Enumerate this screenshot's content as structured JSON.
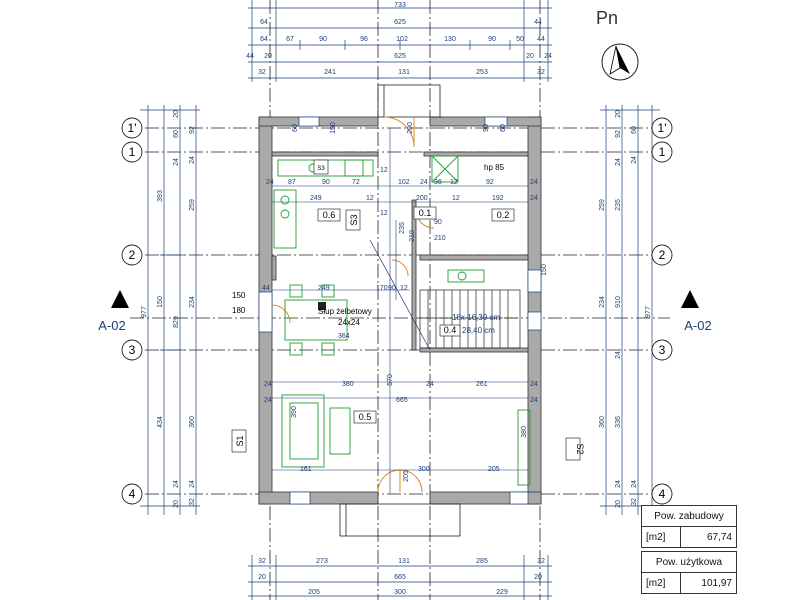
{
  "north_label": "Pn",
  "section_markers": [
    "A-02",
    "A-02"
  ],
  "axes": [
    "1'",
    "1",
    "2",
    "3",
    "4"
  ],
  "top_dims": {
    "row1": [
      "733"
    ],
    "row2": [
      "64",
      "625",
      "44"
    ],
    "row3": [
      "64",
      "67",
      "90",
      "96",
      "102",
      "130",
      "90",
      "50",
      "44"
    ],
    "row4": [
      "44",
      "20",
      "625",
      "20",
      "24"
    ],
    "row5": [
      "32",
      "241",
      "131",
      "253",
      "32"
    ]
  },
  "bottom_dims": {
    "row1": [
      "32",
      "273",
      "131",
      "285",
      "32"
    ],
    "row2": [
      "20",
      "665",
      "20"
    ],
    "row3": [
      "205",
      "300",
      "229"
    ]
  },
  "left_dims": {
    "outer": [
      "977"
    ],
    "mid": [
      "393",
      "150",
      "434"
    ],
    "inner": [
      "20",
      "60",
      "24",
      "259",
      "829",
      "234",
      "360",
      "24",
      "20"
    ],
    "small": [
      "92",
      "24",
      "24",
      "32"
    ]
  },
  "right_dims": {
    "outer": [
      "977"
    ],
    "mid": [
      "259",
      "234",
      "360"
    ],
    "inner": [
      "20",
      "92",
      "24",
      "235",
      "910",
      "24",
      "336",
      "24",
      "20"
    ],
    "small": [
      "60",
      "24",
      "24",
      "32"
    ]
  },
  "interior_labels": {
    "top_row": [
      "60",
      "150",
      "200",
      "90",
      "60"
    ],
    "upper": [
      "24",
      "87",
      "90",
      "72",
      "12",
      "102",
      "24",
      "36",
      "12",
      "92",
      "24"
    ],
    "mid": [
      "249",
      "12",
      "200",
      "12",
      "192",
      "24"
    ],
    "mid2": [
      "12",
      "210",
      "90",
      "210"
    ],
    "mid3": [
      "44",
      "249",
      "170",
      "90",
      "12"
    ],
    "lower": [
      "364",
      "24",
      "380",
      "570",
      "24",
      "261",
      "24"
    ],
    "bottom": [
      "24",
      "665",
      "24",
      "161",
      "300",
      "205"
    ],
    "vertical": [
      "390",
      "205",
      "380",
      "235",
      "150"
    ]
  },
  "tags": [
    "0.6",
    "0.1",
    "0.2",
    "0.5",
    "0.4",
    "S1",
    "S2",
    "S3",
    "S3"
  ],
  "notes": {
    "hp": "hp 85",
    "column": "Słup żelbetowy",
    "column_size": "24x24",
    "stairs1": "18x 16,39 cm",
    "stairs2": "28,40 cm",
    "win1": "150",
    "win2": "180"
  },
  "info": {
    "built_label": "Pow. zabudowy",
    "built_unit": "[m2]",
    "built_value": "67,74",
    "usable_label": "Pow. użytkowa",
    "usable_unit": "[m2]",
    "usable_value": "101,97"
  },
  "colors": {
    "dim": "#1a3f7a",
    "wall": "#a9a9a9",
    "furniture": "#1e9e2e",
    "door": "#e08a1e"
  }
}
